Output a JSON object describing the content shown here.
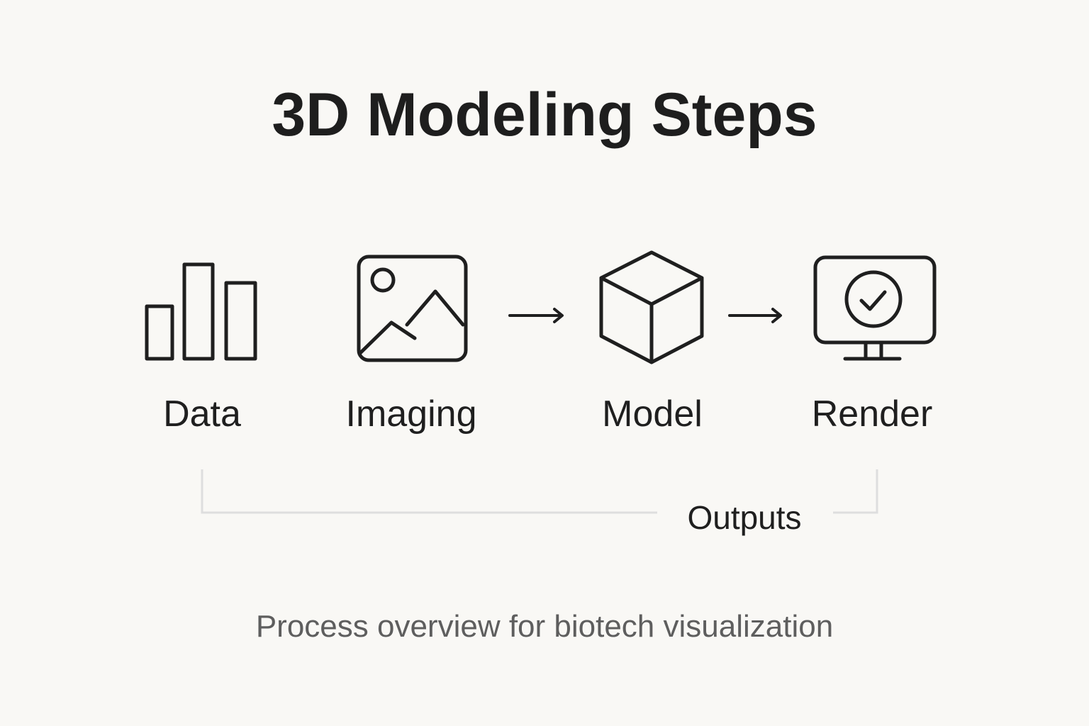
{
  "title": "3D Modeling Steps",
  "steps": [
    {
      "label": "Data",
      "icon": "bar-chart-icon"
    },
    {
      "label": "Imaging",
      "icon": "image-icon"
    },
    {
      "label": "Model",
      "icon": "cube-icon"
    },
    {
      "label": "Render",
      "icon": "monitor-check-icon"
    }
  ],
  "arrows": [
    "arrow-right-icon",
    "arrow-right-icon"
  ],
  "bracket": {
    "label": "Outputs"
  },
  "subtitle": "Process overview for biotech visualization",
  "colors": {
    "background": "#f9f8f5",
    "stroke": "#1f1f1f",
    "bracket": "#dedede",
    "subtitle": "#5e5e5e"
  }
}
